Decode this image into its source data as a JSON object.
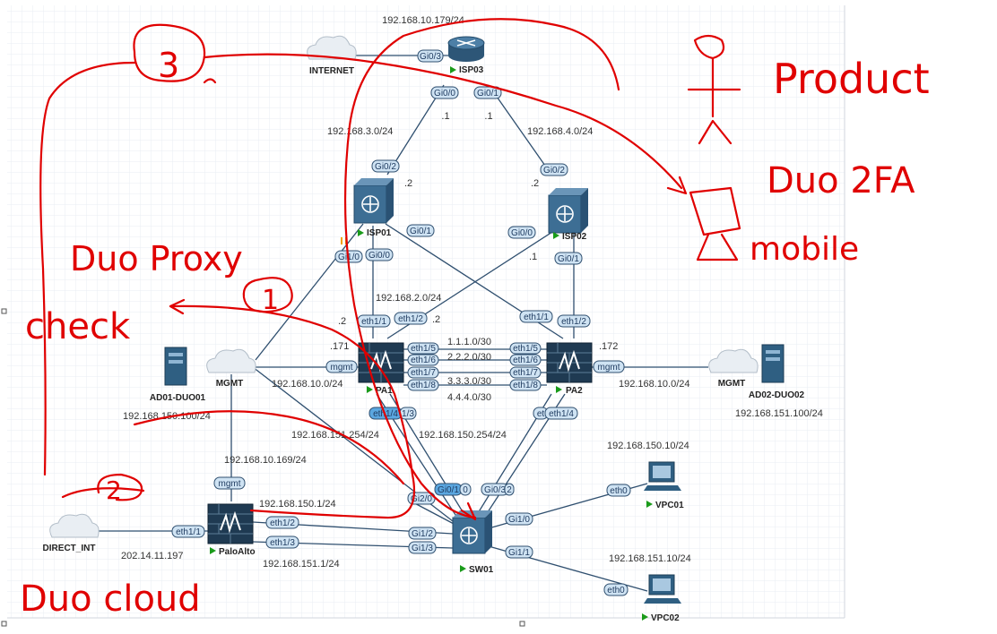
{
  "colors": {
    "link": "#2f4f6f",
    "port_fill": "#cfe3f3",
    "port_selected": "#5ba7e0",
    "ink": "#e00000",
    "play": "#1a9b1a",
    "grid": "#e8edf3"
  },
  "nodes": {
    "internet": "INTERNET",
    "isp03": "ISP03",
    "isp01": "ISP01",
    "isp02": "ISP02",
    "pa1": "PA1",
    "pa2": "PA2",
    "mgmt_left": "MGMT",
    "mgmt_right": "MGMT",
    "ad01": "AD01-DUO01",
    "ad02": "AD02-DUO02",
    "paloalto": "PaloAlto",
    "direct_int": "DIRECT_INT",
    "sw01": "SW01",
    "vpc01": "VPC01",
    "vpc02": "VPC02"
  },
  "ports": {
    "isp03_gi03": "Gi0/3",
    "isp03_gi00": "Gi0/0",
    "isp03_gi01": "Gi0/1",
    "isp01_gi02": "Gi0/2",
    "isp01_gi01": "Gi0/1",
    "isp01_gi10": "Gi1/0",
    "isp01_gi00": "Gi0/0",
    "isp02_gi02": "Gi0/2",
    "isp02_gi00": "Gi0/0",
    "isp02_gi01": "Gi0/1",
    "pa1_eth11": "eth1/1",
    "pa1_eth12": "eth1/2",
    "pa1_eth15": "eth1/5",
    "pa1_eth16": "eth1/6",
    "pa1_eth17": "eth1/7",
    "pa1_eth18": "eth1/8",
    "pa1_mgmt": "mgmt",
    "pa1_eth14": "eth1/4",
    "pa1_eth13": "1/3",
    "pa2_eth11": "eth1/1",
    "pa2_eth12": "eth1/2",
    "pa2_eth15": "eth1/5",
    "pa2_eth16": "eth1/6",
    "pa2_eth17": "eth1/7",
    "pa2_eth18": "eth1/8",
    "pa2_mgmt": "mgmt",
    "pa2_eth13": "et",
    "pa2_eth14": "eth1/4",
    "palo_mgmt": "mgmt",
    "palo_eth11": "eth1/1",
    "palo_eth12": "eth1/2",
    "palo_eth13": "eth1/3",
    "sw_gi20": "Gi2/0",
    "sw_gi01": "Gi0/1",
    "sw_gi00": "0",
    "sw_gi03": "Gi0/3",
    "sw_gi02": "2",
    "sw_gi10": "Gi1/0",
    "sw_gi12": "Gi1/2",
    "sw_gi13": "Gi1/3",
    "sw_gi11": "Gi1/1",
    "vpc01_eth0": "eth0",
    "vpc02_eth0": "eth0"
  },
  "labels": {
    "isp03_ip": "192.168.10.179/24",
    "isp03_gi00_host": ".1",
    "isp03_gi01_host": ".1",
    "net_isp1": "192.168.3.0/24",
    "net_isp2": "192.168.4.0/24",
    "isp01_host": ".2",
    "isp02_host": ".2",
    "net_pa_isp": "192.168.2.0/24",
    "pa1_eth11_host": ".2",
    "pa1_eth12_host": ".2",
    "isp02_gi01_host": ".1",
    "pa1_mgmt_host": ".171",
    "pa2_mgmt_host": ".172",
    "ha1": "1.1.1.0/30",
    "ha2": "2.2.2.0/30",
    "ha3": "3.3.3.0/30",
    "ha4": "4.4.4.0/30",
    "mgmt_net_left": "192.168.10.0/24",
    "mgmt_net_right": "192.168.10.0/24",
    "ad01_ip": "192.168.150.100/24",
    "ad02_ip": "192.168.151.100/24",
    "pa1_lan": "192.168.151.254/24",
    "pa2_lan": "192.168.150.254/24",
    "vpc01_ip": "192.168.150.10/24",
    "vpc02_ip": "192.168.151.10/24",
    "palo_mgmt_ip": "192.168.10.169/24",
    "palo_lan1": "192.168.150.1/24",
    "palo_lan2": "192.168.151.1/24",
    "palo_wan": "202.14.11.197"
  },
  "annotations": {
    "num3": "3",
    "num1": "1",
    "num2": "2",
    "product": "Product",
    "duo2fa": "Duo 2FA",
    "mobile": "mobile",
    "duo_proxy": "Duo Proxy",
    "check": "check",
    "duo_cloud": "Duo cloud"
  }
}
